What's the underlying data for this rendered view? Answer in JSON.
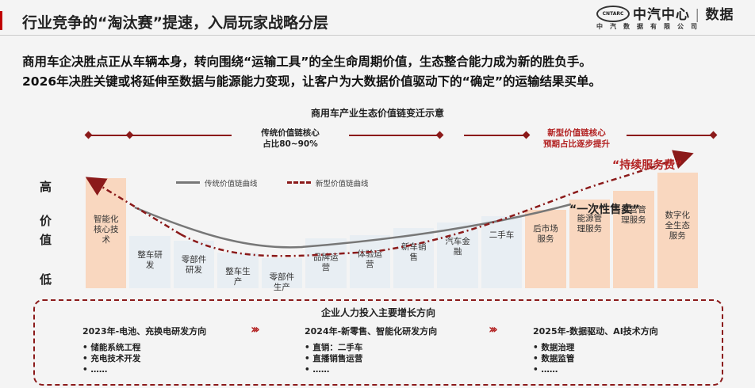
{
  "header": {
    "title": "行业竞争的“淘汰赛”提速，入局玩家战略分层",
    "logo_badge": "CNTARC",
    "logo_name": "中汽中心",
    "logo_section": "数据",
    "logo_sub": "中汽数据有限公司"
  },
  "lead": {
    "line1": "商用车企决胜点正从车辆本身，转向围绕“运输工具”的全生命周期价值，生态整合能力成为新的胜负手。",
    "line2": "2026年决胜关键或将延伸至数据与能源能力变现，让客户为大数据价值驱动下的“确定”的运输结果买单。"
  },
  "diagram": {
    "title": "商用车产业生态价值链变迁示意",
    "traditional_core": "传统价值链核心",
    "traditional_share": "占比80~90%",
    "new_core": "新型价值链核心",
    "new_share": "预期占比逐步提升",
    "y_high": "高",
    "y_value_1": "价",
    "y_value_2": "值",
    "y_low": "低",
    "legend_traditional": "传统价值链曲线",
    "legend_new": "新型价值链曲线",
    "callout_continuous": "“持续服务费”",
    "callout_onetime": "“一次性售卖”",
    "colors": {
      "accent": "#8b1a1a",
      "bar_blue": "#e8eef3",
      "bar_orange": "#f9d7bf",
      "callout_red": "#b22020"
    },
    "bars": [
      {
        "line1": "智能化",
        "line2": "核心技",
        "line3": "术",
        "level": 0.95,
        "tone": "orange"
      },
      {
        "line1": "整车研",
        "line2": "发",
        "line3": "",
        "level": 0.45,
        "tone": "blue"
      },
      {
        "line1": "零部件",
        "line2": "研发",
        "line3": "",
        "level": 0.41,
        "tone": "blue"
      },
      {
        "line1": "整车生",
        "line2": "产",
        "line3": "",
        "level": 0.31,
        "tone": "blue"
      },
      {
        "line1": "零部件",
        "line2": "生产",
        "line3": "",
        "level": 0.26,
        "tone": "blue"
      },
      {
        "line1": "品牌运",
        "line2": "营",
        "line3": "",
        "level": 0.43,
        "tone": "blue"
      },
      {
        "line1": "体验运",
        "line2": "营",
        "line3": "",
        "level": 0.46,
        "tone": "blue"
      },
      {
        "line1": "新车销",
        "line2": "售",
        "line3": "",
        "level": 0.52,
        "tone": "blue"
      },
      {
        "line1": "汽车金",
        "line2": "融",
        "line3": "",
        "level": 0.57,
        "tone": "blue"
      },
      {
        "line1": "二手车",
        "line2": "",
        "line3": "",
        "level": 0.62,
        "tone": "blue"
      },
      {
        "line1": "后市场",
        "line2": "服务",
        "line3": "",
        "level": 0.68,
        "tone": "orange"
      },
      {
        "line1": "能源管",
        "line2": "理服务",
        "line3": "",
        "level": 0.77,
        "tone": "orange"
      },
      {
        "line1": "运营管",
        "line2": "理服务",
        "line3": "",
        "level": 0.84,
        "tone": "orange"
      },
      {
        "line1": "数字化",
        "line2": "全生态",
        "line3": "服务",
        "level": 1.0,
        "tone": "orange"
      }
    ]
  },
  "panel": {
    "title": "企业人力投入主要增长方向",
    "columns": [
      {
        "title": "2023年-电池、充换电研发方向",
        "items": [
          "储能系统工程",
          "充电技术开发",
          "……"
        ]
      },
      {
        "title": "2024年-新零售、智能化研发方向",
        "items": [
          "直销：二手车",
          "直播销售运营",
          "……"
        ]
      },
      {
        "title": "2025年-数据驱动、AI技术方向",
        "items": [
          "数据治理",
          "数据监管",
          "……"
        ]
      }
    ],
    "chevron": "›››"
  }
}
